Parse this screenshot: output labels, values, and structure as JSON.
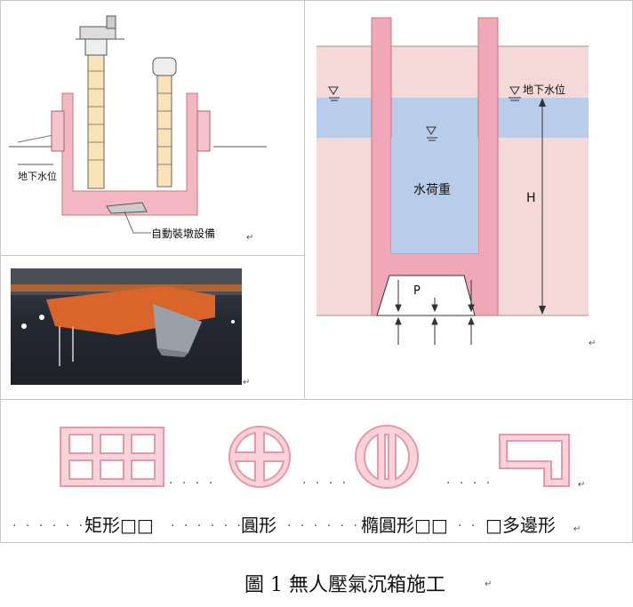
{
  "diagram_left": {
    "groundwater_label": "地下水位",
    "device_label": "自動裝墩設備"
  },
  "diagram_right": {
    "groundwater_label": "地下水位",
    "water_load_label": "水荷重",
    "h_label": "H",
    "p_label": "P"
  },
  "shapes": {
    "rect_label": "矩形□□",
    "circle_label": "圓形",
    "ellipse_label": "橢圓形□□",
    "poly_label": "□多邊形"
  },
  "caption": "圖 1 無人壓氣沉箱施工",
  "colors": {
    "pink": "#f0a8b8",
    "pink_fill": "#f9d3da",
    "water": "#b9cdeb",
    "soil": "#f5d8d8"
  }
}
